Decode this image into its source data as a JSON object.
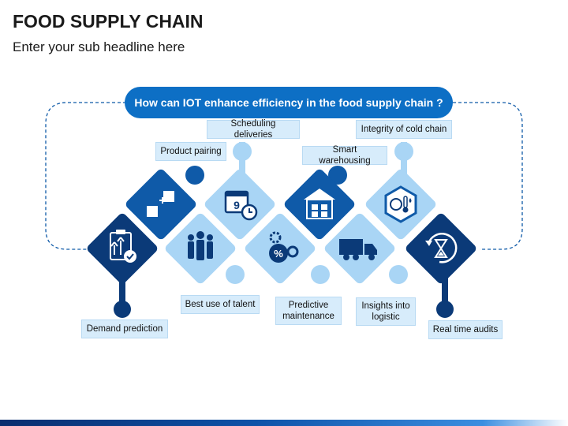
{
  "header": {
    "title": "FOOD SUPPLY CHAIN",
    "subtitle": "Enter your sub headline here"
  },
  "question": "How can IOT enhance efficiency in the food supply chain ?",
  "labels": {
    "demand_prediction": "Demand prediction",
    "product_pairing": "Product pairing",
    "best_use_of_talent": "Best use of talent",
    "scheduling_deliveries": "Scheduling deliveries",
    "predictive_maintenance_1": "Predictive",
    "predictive_maintenance_2": "maintenance",
    "smart_warehousing": "Smart warehousing",
    "insights_into_logistic_1": "Insights into",
    "insights_into_logistic_2": "logistic",
    "integrity_of_cold_chain": "Integrity of cold chain",
    "real_time_audits": "Real time audits"
  },
  "icons": [
    "clipboard-growth-icon",
    "box-pairing-icon",
    "team-icon",
    "calendar-clock-icon",
    "gear-percent-icon",
    "warehouse-icon",
    "truck-icon",
    "thermometer-hexagon-icon",
    "hourglass-refresh-icon"
  ],
  "colors": {
    "dark_navy": "#0b3a78",
    "dark_blue": "#0f5aa8",
    "light_blue": "#a9d5f5",
    "pale_blue": "#d7ecfb",
    "accent": "#0d6fc5"
  }
}
